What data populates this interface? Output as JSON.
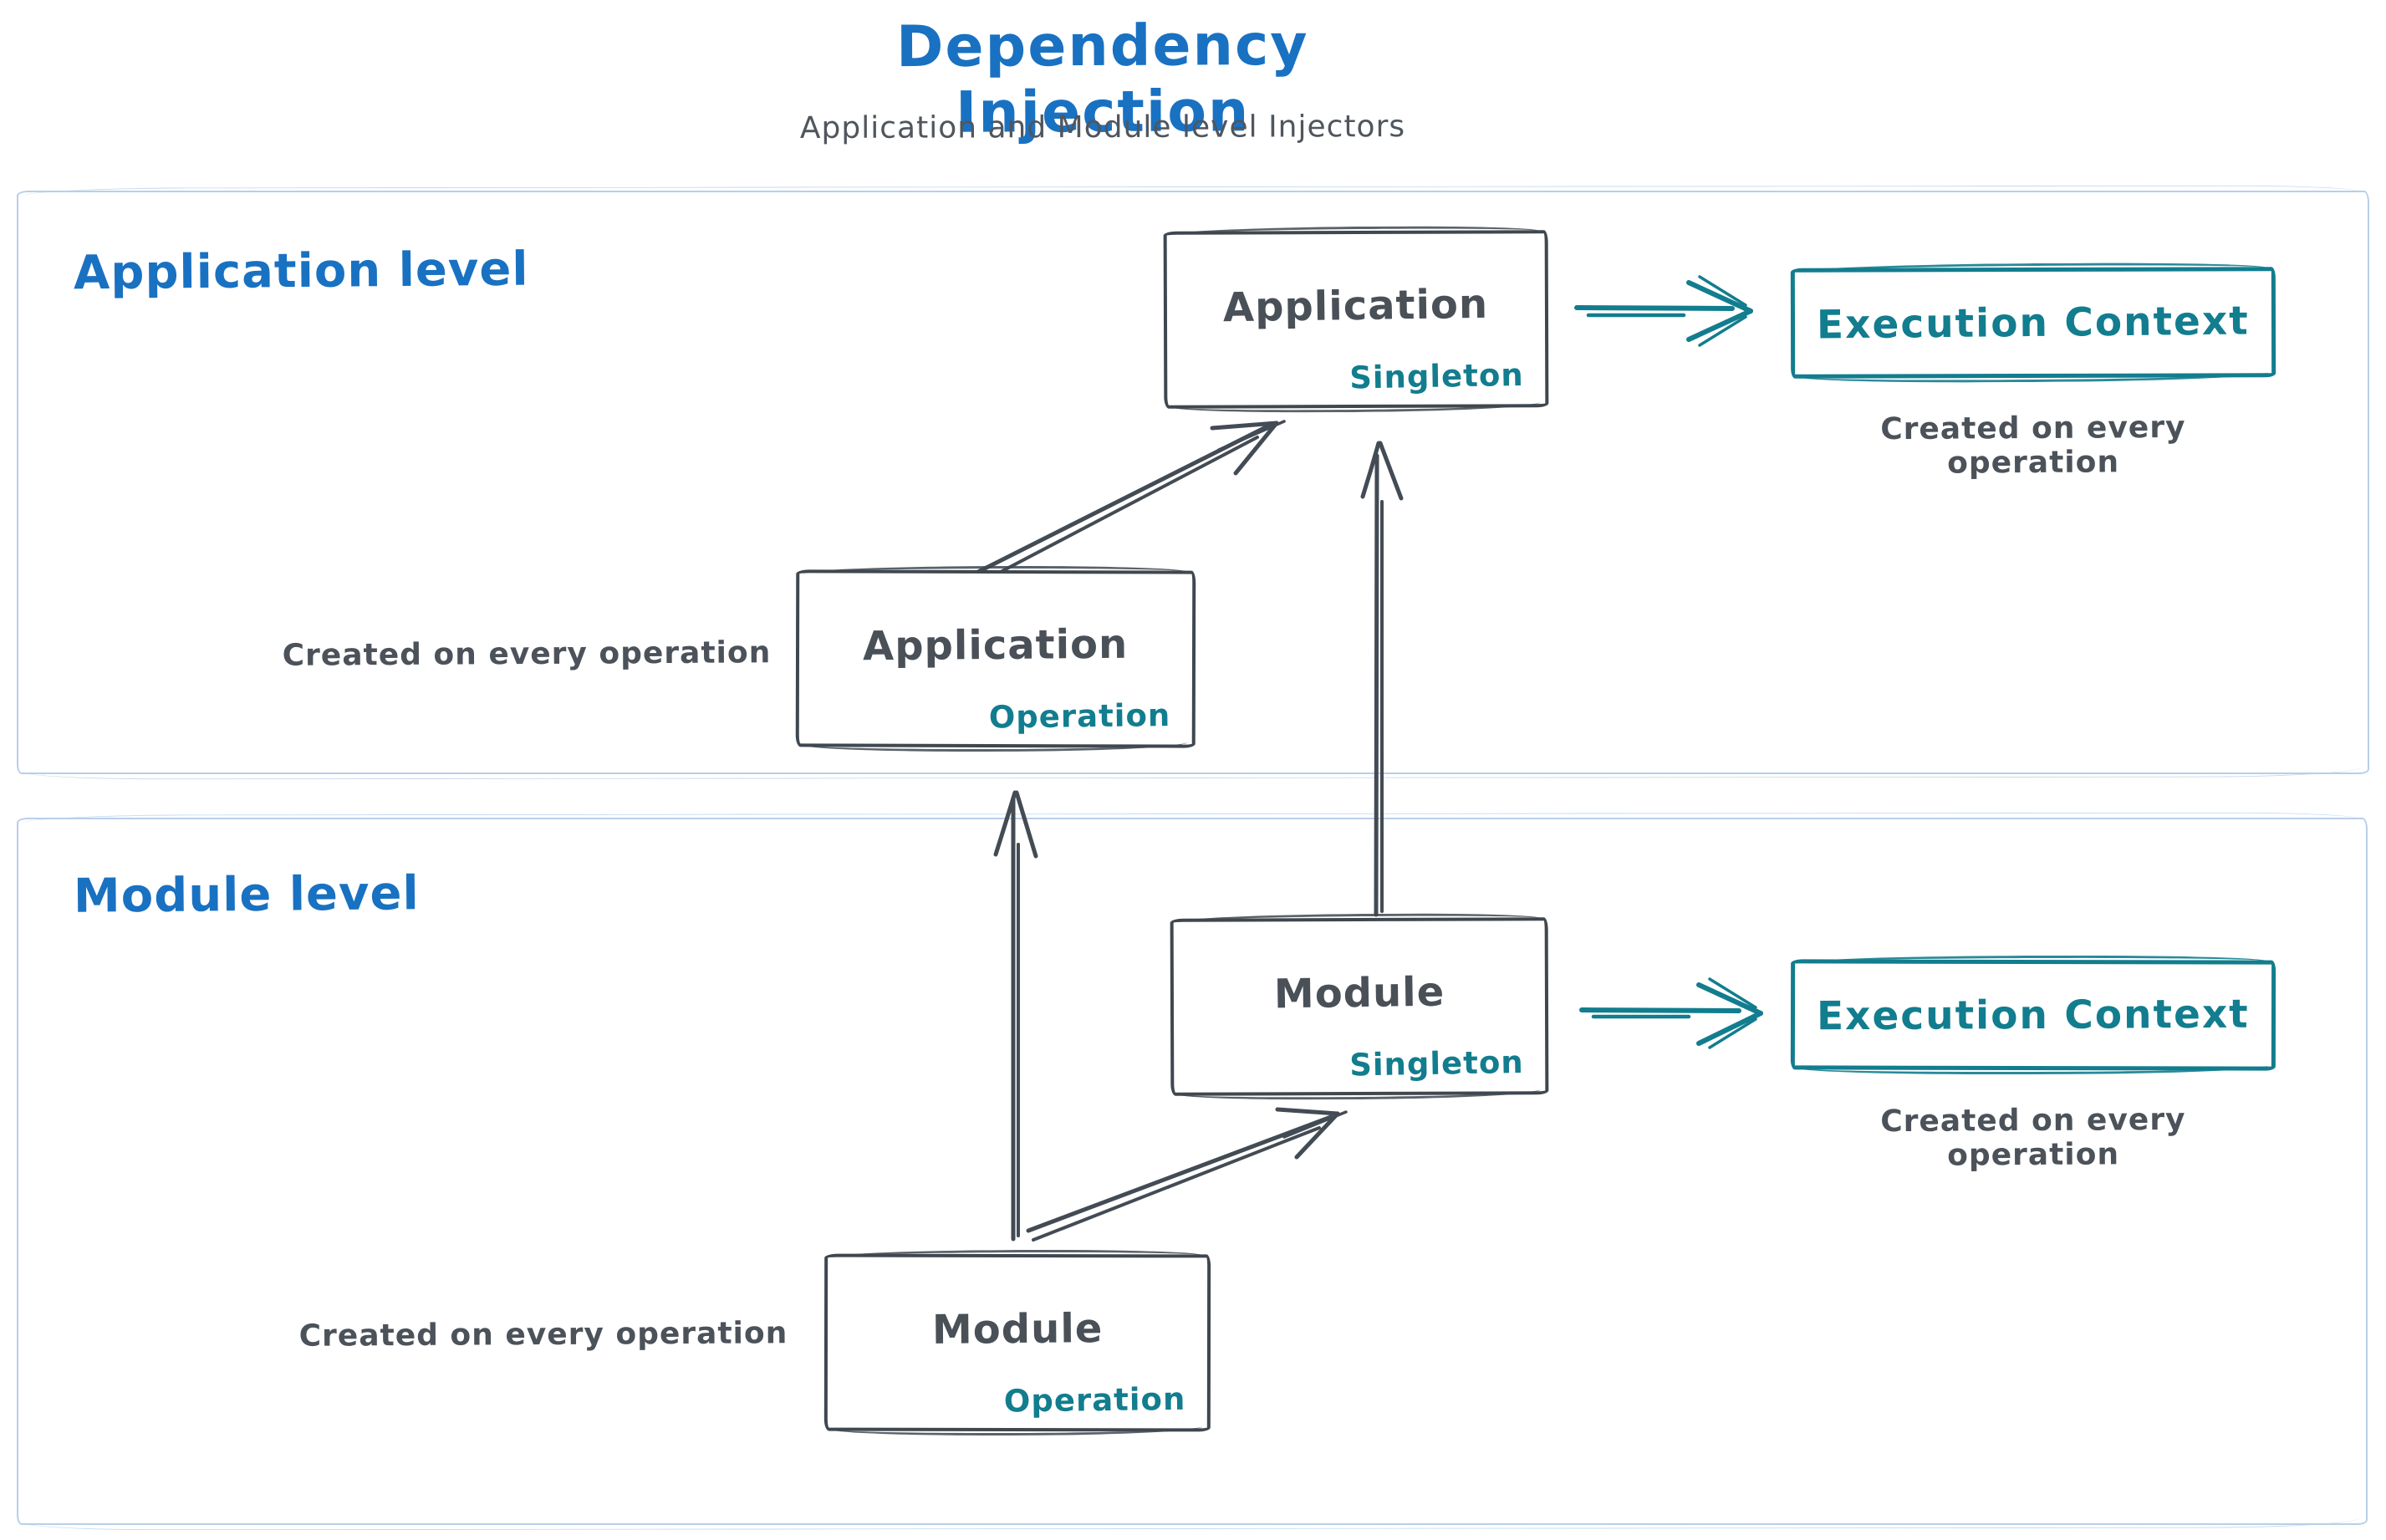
{
  "page": {
    "title": "Dependency Injection",
    "subtitle": "Application and Module level Injectors"
  },
  "colors": {
    "accent_blue": "#1971c2",
    "teal": "#127d8e",
    "box_stroke": "#3f474f",
    "text_gray": "#4b525a",
    "section_border": "#b8cfe9"
  },
  "app_level": {
    "label": "Application level",
    "singleton_box": {
      "title": "Application",
      "badge": "Singleton"
    },
    "operation_box": {
      "title": "Application",
      "badge": "Operation"
    },
    "operation_caption": "Created on every operation",
    "execution_box": {
      "title": "Execution Context"
    },
    "execution_caption": "Created on every operation"
  },
  "module_level": {
    "label": "Module level",
    "singleton_box": {
      "title": "Module",
      "badge": "Singleton"
    },
    "operation_box": {
      "title": "Module",
      "badge": "Operation"
    },
    "operation_caption": "Created on every operation",
    "execution_box": {
      "title": "Execution Context"
    },
    "execution_caption": "Created on every operation"
  },
  "connections": [
    {
      "from": "application-operation",
      "to": "application-singleton",
      "style": "dark-diagonal"
    },
    {
      "from": "module-singleton",
      "to": "application-singleton",
      "style": "dark-vertical"
    },
    {
      "from": "application-singleton",
      "to": "execution-context-app",
      "style": "teal-horizontal"
    },
    {
      "from": "module-operation",
      "to": "application-operation",
      "style": "dark-vertical"
    },
    {
      "from": "module-operation",
      "to": "module-singleton",
      "style": "dark-diagonal"
    },
    {
      "from": "module-singleton",
      "to": "execution-context-module",
      "style": "teal-horizontal"
    }
  ]
}
